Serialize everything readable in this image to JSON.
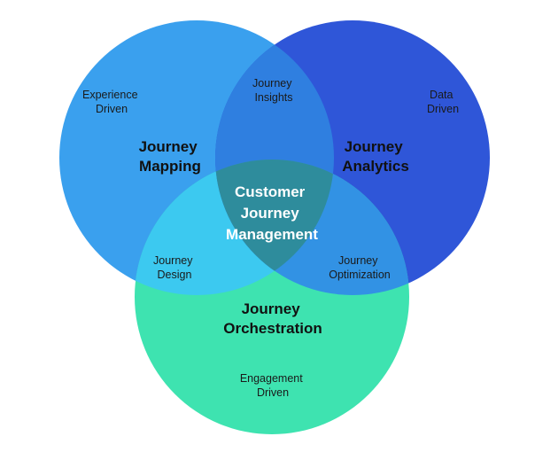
{
  "colors": {
    "mapping_circle": "#3aa0ee",
    "analytics_circle": "#2f56d8",
    "orchestration_circle": "#3ee3b0",
    "center_text": "#ffffff",
    "label_text": "#111111"
  },
  "circles": {
    "mapping": {
      "title": [
        "Journey",
        "Mapping"
      ],
      "driver": [
        "Experience",
        "Driven"
      ]
    },
    "analytics": {
      "title": [
        "Journey",
        "Analytics"
      ],
      "driver": [
        "Data",
        "Driven"
      ]
    },
    "orchestration": {
      "title": [
        "Journey",
        "Orchestration"
      ],
      "driver": [
        "Engagement",
        "Driven"
      ]
    }
  },
  "overlaps": {
    "mapping_analytics": [
      "Journey",
      "Insights"
    ],
    "mapping_orchestration": [
      "Journey",
      "Design"
    ],
    "analytics_orchestration": [
      "Journey",
      "Optimization"
    ]
  },
  "center": [
    "Customer",
    "Journey",
    "Management"
  ]
}
